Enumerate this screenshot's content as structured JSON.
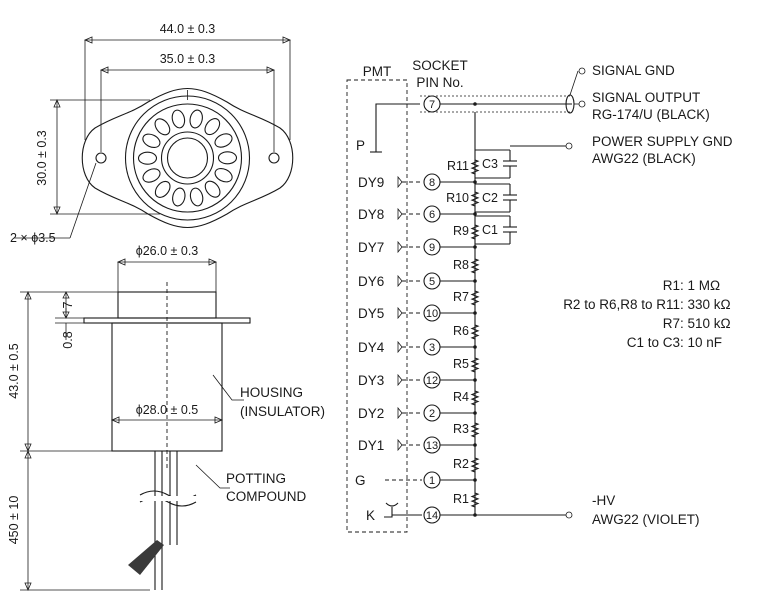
{
  "dimensions": {
    "top_width": "44.0 ± 0.3",
    "hole_spacing": "35.0 ± 0.3",
    "top_height": "30.0 ± 0.3",
    "hole_dia": "2 × ϕ3.5",
    "body_dia_top": "ϕ26.0 ± 0.3",
    "body_dia_main": "ϕ28.0 ± 0.5",
    "flange_height": "7",
    "flange_thickness": "0.8",
    "body_length": "43.0 ± 0.5",
    "lead_length": "450 ± 10"
  },
  "labels": {
    "housing_line1": "HOUSING",
    "housing_line2": "(INSULATOR)",
    "potting_line1": "POTTING",
    "potting_line2": "COMPOUND",
    "pmt": "PMT",
    "socket_line1": "SOCKET",
    "socket_line2": "PIN No.",
    "signal_gnd": "SIGNAL GND",
    "signal_output_line1": "SIGNAL OUTPUT",
    "signal_output_line2": "RG-174/U (BLACK)",
    "power_gnd_line1": "POWER SUPPLY GND",
    "power_gnd_line2": "AWG22 (BLACK)",
    "hv_line1": "-HV",
    "hv_line2": "AWG22 (VIOLET)"
  },
  "electrodes": [
    {
      "name": "P",
      "pin": "7"
    },
    {
      "name": "DY9",
      "pin": "8"
    },
    {
      "name": "DY8",
      "pin": "6"
    },
    {
      "name": "DY7",
      "pin": "9"
    },
    {
      "name": "DY6",
      "pin": "5"
    },
    {
      "name": "DY5",
      "pin": "10"
    },
    {
      "name": "DY4",
      "pin": "3"
    },
    {
      "name": "DY3",
      "pin": "12"
    },
    {
      "name": "DY2",
      "pin": "2"
    },
    {
      "name": "DY1",
      "pin": "13"
    },
    {
      "name": "G",
      "pin": "1"
    },
    {
      "name": "K",
      "pin": "14"
    }
  ],
  "resistors": [
    "R11",
    "R10",
    "R9",
    "R8",
    "R7",
    "R6",
    "R5",
    "R4",
    "R3",
    "R2",
    "R1"
  ],
  "capacitors": [
    "C3",
    "C2",
    "C1"
  ],
  "values": [
    {
      "label": "R1",
      "value": "1 MΩ"
    },
    {
      "label": "R2 to R6,R8 to R11",
      "value": "330 kΩ"
    },
    {
      "label": "R7",
      "value": "510 kΩ"
    },
    {
      "label": "C1 to C3",
      "value": "10 nF"
    }
  ]
}
